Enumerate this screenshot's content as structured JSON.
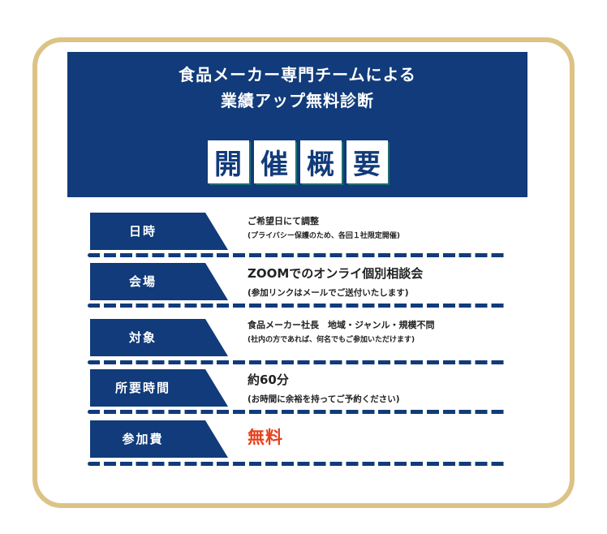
{
  "header": {
    "title_line1": "食品メーカー専門チームによる",
    "title_line2": "業績アップ無料診断",
    "tiles": [
      "開",
      "催",
      "概",
      "要"
    ]
  },
  "rows": [
    {
      "label": "日時",
      "main": "ご希望日にて調整",
      "sub": "(プライバシー保護のため、各回１社限定開催)"
    },
    {
      "label": "会場",
      "main": "ZOOMでのオンライ個別相談会",
      "sub": "(参加リンクはメールでご送付いたします)"
    },
    {
      "label": "対象",
      "main": "食品メーカー社長　地域・ジャンル・規模不問",
      "sub": "(社内の方であれば、何名でもご参加いただけます)"
    },
    {
      "label": "所要時間",
      "main": "約60分",
      "sub": "(お時間に余裕を持ってご予約ください)"
    },
    {
      "label": "参加費",
      "main": "無料",
      "sub": ""
    }
  ],
  "colors": {
    "navy": "#113b7a",
    "gold": "#dcc385",
    "accent_red": "#e8401c",
    "tile_shadow": "#1f6f72"
  }
}
